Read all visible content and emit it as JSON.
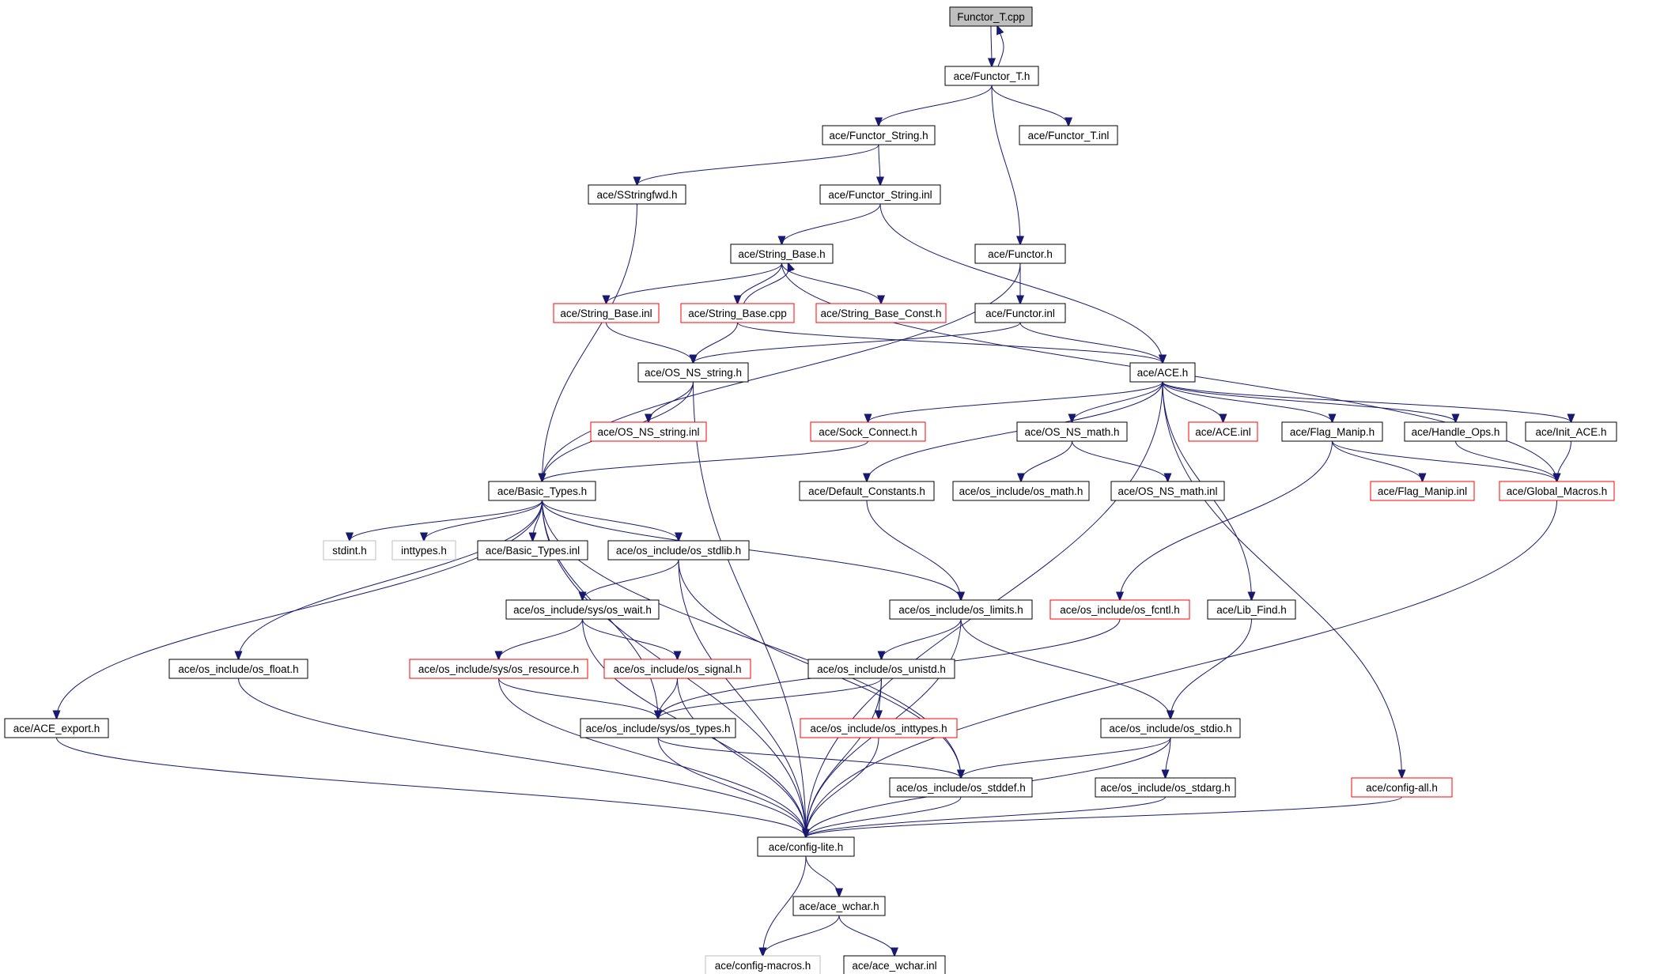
{
  "colors": {
    "edge": "#191970",
    "normal_border": "#000000",
    "red_border": "#ff0000",
    "gray_border": "#bfbfbf",
    "root_fill": "#bfbfbf"
  },
  "nodes": [
    {
      "id": "functor_t_cpp",
      "label": "Functor_T.cpp",
      "style": "root"
    },
    {
      "id": "functor_t_h",
      "label": "ace/Functor_T.h",
      "style": "normal"
    },
    {
      "id": "functor_string_h",
      "label": "ace/Functor_String.h",
      "style": "normal"
    },
    {
      "id": "functor_t_inl",
      "label": "ace/Functor_T.inl",
      "style": "normal"
    },
    {
      "id": "sstringfwd_h",
      "label": "ace/SStringfwd.h",
      "style": "normal"
    },
    {
      "id": "functor_string_inl",
      "label": "ace/Functor_String.inl",
      "style": "normal"
    },
    {
      "id": "string_base_h",
      "label": "ace/String_Base.h",
      "style": "normal"
    },
    {
      "id": "functor_h",
      "label": "ace/Functor.h",
      "style": "normal"
    },
    {
      "id": "string_base_inl",
      "label": "ace/String_Base.inl",
      "style": "red"
    },
    {
      "id": "string_base_cpp",
      "label": "ace/String_Base.cpp",
      "style": "red"
    },
    {
      "id": "string_base_const_h",
      "label": "ace/String_Base_Const.h",
      "style": "red"
    },
    {
      "id": "functor_inl",
      "label": "ace/Functor.inl",
      "style": "normal"
    },
    {
      "id": "os_ns_string_h",
      "label": "ace/OS_NS_string.h",
      "style": "normal"
    },
    {
      "id": "ace_h",
      "label": "ace/ACE.h",
      "style": "normal"
    },
    {
      "id": "os_ns_string_inl",
      "label": "ace/OS_NS_string.inl",
      "style": "red"
    },
    {
      "id": "sock_connect_h",
      "label": "ace/Sock_Connect.h",
      "style": "red"
    },
    {
      "id": "os_ns_math_h",
      "label": "ace/OS_NS_math.h",
      "style": "normal"
    },
    {
      "id": "ace_inl",
      "label": "ace/ACE.inl",
      "style": "red"
    },
    {
      "id": "flag_manip_h",
      "label": "ace/Flag_Manip.h",
      "style": "normal"
    },
    {
      "id": "handle_ops_h",
      "label": "ace/Handle_Ops.h",
      "style": "normal"
    },
    {
      "id": "init_ace_h",
      "label": "ace/Init_ACE.h",
      "style": "normal"
    },
    {
      "id": "basic_types_h",
      "label": "ace/Basic_Types.h",
      "style": "normal"
    },
    {
      "id": "default_constants_h",
      "label": "ace/Default_Constants.h",
      "style": "normal"
    },
    {
      "id": "os_math_h",
      "label": "ace/os_include/os_math.h",
      "style": "normal"
    },
    {
      "id": "os_ns_math_inl",
      "label": "ace/OS_NS_math.inl",
      "style": "normal"
    },
    {
      "id": "flag_manip_inl",
      "label": "ace/Flag_Manip.inl",
      "style": "red"
    },
    {
      "id": "global_macros_h",
      "label": "ace/Global_Macros.h",
      "style": "red"
    },
    {
      "id": "stdint_h",
      "label": "stdint.h",
      "style": "gray"
    },
    {
      "id": "inttypes_h",
      "label": "inttypes.h",
      "style": "gray"
    },
    {
      "id": "basic_types_inl",
      "label": "ace/Basic_Types.inl",
      "style": "normal"
    },
    {
      "id": "os_stdlib_h",
      "label": "ace/os_include/os_stdlib.h",
      "style": "normal"
    },
    {
      "id": "os_wait_h",
      "label": "ace/os_include/sys/os_wait.h",
      "style": "normal"
    },
    {
      "id": "os_limits_h",
      "label": "ace/os_include/os_limits.h",
      "style": "normal"
    },
    {
      "id": "os_fcntl_h",
      "label": "ace/os_include/os_fcntl.h",
      "style": "red"
    },
    {
      "id": "lib_find_h",
      "label": "ace/Lib_Find.h",
      "style": "normal"
    },
    {
      "id": "os_float_h",
      "label": "ace/os_include/os_float.h",
      "style": "normal"
    },
    {
      "id": "os_resource_h",
      "label": "ace/os_include/sys/os_resource.h",
      "style": "red"
    },
    {
      "id": "os_signal_h",
      "label": "ace/os_include/os_signal.h",
      "style": "red"
    },
    {
      "id": "os_unistd_h",
      "label": "ace/os_include/os_unistd.h",
      "style": "normal"
    },
    {
      "id": "ace_export_h",
      "label": "ace/ACE_export.h",
      "style": "normal"
    },
    {
      "id": "os_types_h",
      "label": "ace/os_include/sys/os_types.h",
      "style": "normal"
    },
    {
      "id": "os_inttypes_h",
      "label": "ace/os_include/os_inttypes.h",
      "style": "red"
    },
    {
      "id": "os_stdio_h",
      "label": "ace/os_include/os_stdio.h",
      "style": "normal"
    },
    {
      "id": "os_stddef_h",
      "label": "ace/os_include/os_stddef.h",
      "style": "normal"
    },
    {
      "id": "os_stdarg_h",
      "label": "ace/os_include/os_stdarg.h",
      "style": "normal"
    },
    {
      "id": "config_all_h",
      "label": "ace/config-all.h",
      "style": "red"
    },
    {
      "id": "config_lite_h",
      "label": "ace/config-lite.h",
      "style": "normal"
    },
    {
      "id": "ace_wchar_h",
      "label": "ace/ace_wchar.h",
      "style": "normal"
    },
    {
      "id": "config_macros_h",
      "label": "ace/config-macros.h",
      "style": "gray"
    },
    {
      "id": "ace_wchar_inl",
      "label": "ace/ace_wchar.inl",
      "style": "normal"
    }
  ],
  "edges": [
    [
      "functor_t_cpp",
      "functor_t_h"
    ],
    [
      "functor_t_h",
      "functor_t_cpp"
    ],
    [
      "functor_t_h",
      "functor_string_h"
    ],
    [
      "functor_t_h",
      "functor_t_inl"
    ],
    [
      "functor_t_h",
      "functor_h"
    ],
    [
      "functor_string_h",
      "sstringfwd_h"
    ],
    [
      "functor_string_h",
      "functor_string_inl"
    ],
    [
      "sstringfwd_h",
      "basic_types_h"
    ],
    [
      "functor_string_inl",
      "string_base_h"
    ],
    [
      "functor_string_inl",
      "ace_h"
    ],
    [
      "string_base_h",
      "string_base_inl"
    ],
    [
      "string_base_h",
      "string_base_cpp"
    ],
    [
      "string_base_cpp",
      "string_base_h"
    ],
    [
      "string_base_h",
      "string_base_const_h"
    ],
    [
      "string_base_h",
      "global_macros_h"
    ],
    [
      "functor_h",
      "functor_inl"
    ],
    [
      "functor_h",
      "basic_types_h"
    ],
    [
      "functor_inl",
      "os_ns_string_h"
    ],
    [
      "functor_inl",
      "ace_h"
    ],
    [
      "string_base_inl",
      "os_ns_string_h"
    ],
    [
      "string_base_cpp",
      "os_ns_string_h"
    ],
    [
      "string_base_cpp",
      "ace_h"
    ],
    [
      "os_ns_string_h",
      "os_ns_string_inl"
    ],
    [
      "os_ns_string_h",
      "basic_types_h"
    ],
    [
      "os_ns_string_h",
      "config_lite_h"
    ],
    [
      "ace_h",
      "sock_connect_h"
    ],
    [
      "ace_h",
      "os_ns_math_h"
    ],
    [
      "ace_h",
      "ace_inl"
    ],
    [
      "ace_h",
      "flag_manip_h"
    ],
    [
      "ace_h",
      "handle_ops_h"
    ],
    [
      "ace_h",
      "init_ace_h"
    ],
    [
      "ace_h",
      "default_constants_h"
    ],
    [
      "ace_h",
      "lib_find_h"
    ],
    [
      "ace_h",
      "config_all_h"
    ],
    [
      "ace_h",
      "config_lite_h"
    ],
    [
      "sock_connect_h",
      "basic_types_h"
    ],
    [
      "os_ns_math_h",
      "os_math_h"
    ],
    [
      "os_ns_math_h",
      "os_ns_math_inl"
    ],
    [
      "flag_manip_h",
      "flag_manip_inl"
    ],
    [
      "flag_manip_h",
      "global_macros_h"
    ],
    [
      "flag_manip_h",
      "os_fcntl_h"
    ],
    [
      "handle_ops_h",
      "global_macros_h"
    ],
    [
      "init_ace_h",
      "global_macros_h"
    ],
    [
      "global_macros_h",
      "config_lite_h"
    ],
    [
      "default_constants_h",
      "os_limits_h"
    ],
    [
      "basic_types_h",
      "stdint_h"
    ],
    [
      "basic_types_h",
      "inttypes_h"
    ],
    [
      "basic_types_h",
      "basic_types_inl"
    ],
    [
      "basic_types_h",
      "os_stdlib_h"
    ],
    [
      "basic_types_h",
      "os_limits_h"
    ],
    [
      "basic_types_h",
      "os_float_h"
    ],
    [
      "basic_types_h",
      "ace_export_h"
    ],
    [
      "basic_types_h",
      "os_types_h"
    ],
    [
      "basic_types_h",
      "os_stddef_h"
    ],
    [
      "basic_types_h",
      "config_lite_h"
    ],
    [
      "os_stdlib_h",
      "os_wait_h"
    ],
    [
      "os_stdlib_h",
      "os_stddef_h"
    ],
    [
      "os_stdlib_h",
      "config_lite_h"
    ],
    [
      "os_wait_h",
      "os_resource_h"
    ],
    [
      "os_wait_h",
      "os_signal_h"
    ],
    [
      "os_wait_h",
      "config_lite_h"
    ],
    [
      "os_limits_h",
      "os_unistd_h"
    ],
    [
      "os_limits_h",
      "os_stdio_h"
    ],
    [
      "os_limits_h",
      "config_lite_h"
    ],
    [
      "os_fcntl_h",
      "os_types_h"
    ],
    [
      "lib_find_h",
      "os_stdio_h"
    ],
    [
      "os_float_h",
      "config_lite_h"
    ],
    [
      "os_resource_h",
      "os_types_h"
    ],
    [
      "os_resource_h",
      "config_lite_h"
    ],
    [
      "os_signal_h",
      "os_types_h"
    ],
    [
      "os_signal_h",
      "config_lite_h"
    ],
    [
      "os_unistd_h",
      "os_types_h"
    ],
    [
      "os_unistd_h",
      "os_inttypes_h"
    ],
    [
      "os_unistd_h",
      "config_lite_h"
    ],
    [
      "ace_export_h",
      "config_lite_h"
    ],
    [
      "os_types_h",
      "os_stddef_h"
    ],
    [
      "os_types_h",
      "config_lite_h"
    ],
    [
      "os_inttypes_h",
      "config_lite_h"
    ],
    [
      "os_stdio_h",
      "os_stddef_h"
    ],
    [
      "os_stdio_h",
      "os_stdarg_h"
    ],
    [
      "os_stdio_h",
      "config_lite_h"
    ],
    [
      "os_stddef_h",
      "config_lite_h"
    ],
    [
      "os_stdarg_h",
      "config_lite_h"
    ],
    [
      "config_all_h",
      "config_lite_h"
    ],
    [
      "config_lite_h",
      "ace_wchar_h"
    ],
    [
      "config_lite_h",
      "config_macros_h"
    ],
    [
      "ace_wchar_h",
      "config_macros_h"
    ],
    [
      "ace_wchar_h",
      "ace_wchar_inl"
    ]
  ]
}
